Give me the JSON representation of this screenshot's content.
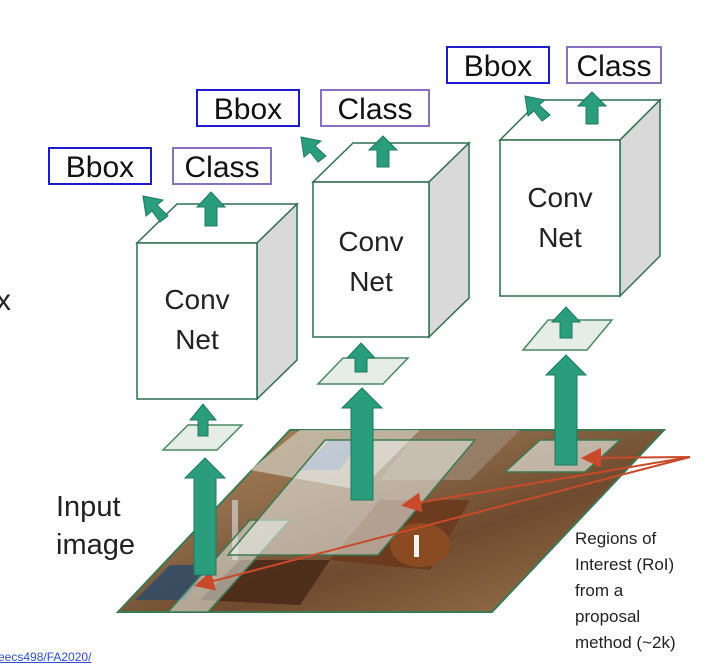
{
  "input_image_label": "Input\nimage",
  "roi_label": "Regions of\nInterest (RoI)\nfrom a\nproposal\nmethod (~2k)",
  "footer_link": "eecs498/FA2020/",
  "cut_letter": "x",
  "networks": [
    {
      "bbox_label": "Bbox",
      "class_label": "Class",
      "conv_label": "Conv\nNet"
    },
    {
      "bbox_label": "Bbox",
      "class_label": "Class",
      "conv_label": "Conv\nNet"
    },
    {
      "bbox_label": "Bbox",
      "class_label": "Class",
      "conv_label": "Conv\nNet"
    }
  ],
  "colors": {
    "bbox_border": "#1c1ccc",
    "class_border": "#8a6fc2",
    "arrow_green": "#2a9d7c",
    "arrow_green_dark": "#1e7a5f",
    "roi_arrow": "#c94a2a",
    "cube_edge": "#2f6f4f",
    "image_border": "#3a7a52"
  }
}
